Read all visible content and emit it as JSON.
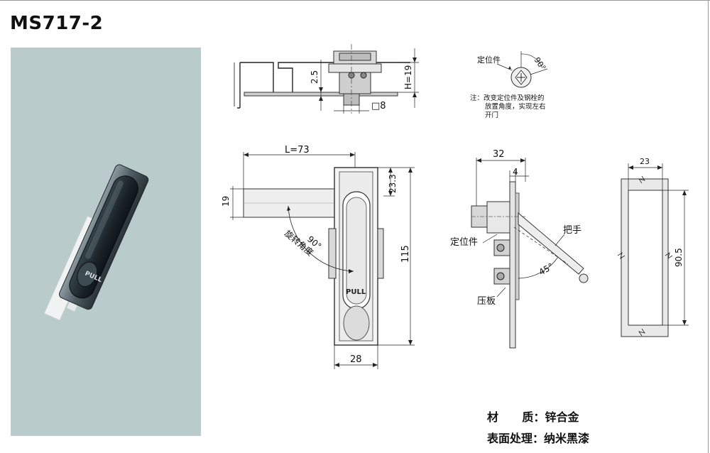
{
  "title": "MS717-2",
  "photo": {
    "button_text": "PULL"
  },
  "top_view": {
    "dim_height": "H=19",
    "dim_thickness": "2.5",
    "dim_square": "□8"
  },
  "angle_note": {
    "locator_label": "定位件",
    "angle": "90°",
    "note_line1": "注：改变定位件及钢栓的",
    "note_line2": "放置角度，实现左右",
    "note_line3": "开门"
  },
  "front_view": {
    "dim_length": "L=73",
    "dim_width_19": "19",
    "dim_23_3": "23.3",
    "dim_height_115": "115",
    "dim_width_28": "28",
    "rotation_label": "旋转角度",
    "rotation_angle": "90°",
    "button_text": "PULL"
  },
  "side_view": {
    "dim_32": "32",
    "dim_4": "4",
    "locator_label": "定位件",
    "handle_label": "把手",
    "plate_label": "压板",
    "angle_45": "45°"
  },
  "cutout": {
    "dim_23": "23",
    "dim_90_5": "90.5"
  },
  "specs": {
    "material_key": "材      质：",
    "material_value": "锌合金",
    "finish_key": "表面处理：",
    "finish_value": "纳米黑漆"
  }
}
